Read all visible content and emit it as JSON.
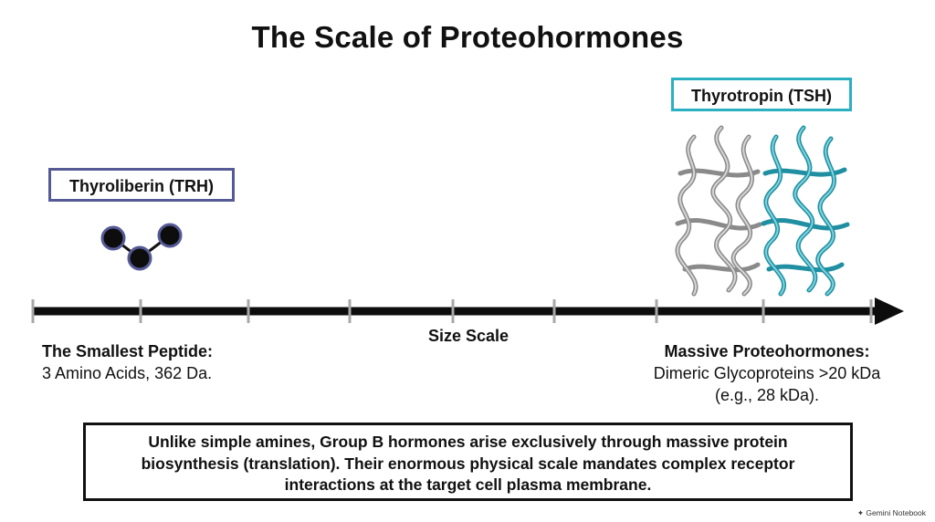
{
  "title": "The Scale of Proteohormones",
  "trh": {
    "label": "Thyroliberin (TRH)",
    "heading": "The Smallest Peptide:",
    "detail": "3 Amino Acids, 362 Da.",
    "color": "#555a96"
  },
  "tsh": {
    "label": "Thyrotropin (TSH)",
    "heading": "Massive Proteohormones:",
    "detail_line1": "Dimeric Glycoproteins >20 kDa",
    "detail_line2": "(e.g., 28 kDa).",
    "color": "#2bb0c2"
  },
  "axis": {
    "label": "Size Scale"
  },
  "note": "Unlike simple amines, Group B hormones arise exclusively through massive protein biosynthesis (translation). Their enormous physical scale mandates complex receptor interactions at the target cell plasma membrane.",
  "brand": "Gemini Notebook"
}
